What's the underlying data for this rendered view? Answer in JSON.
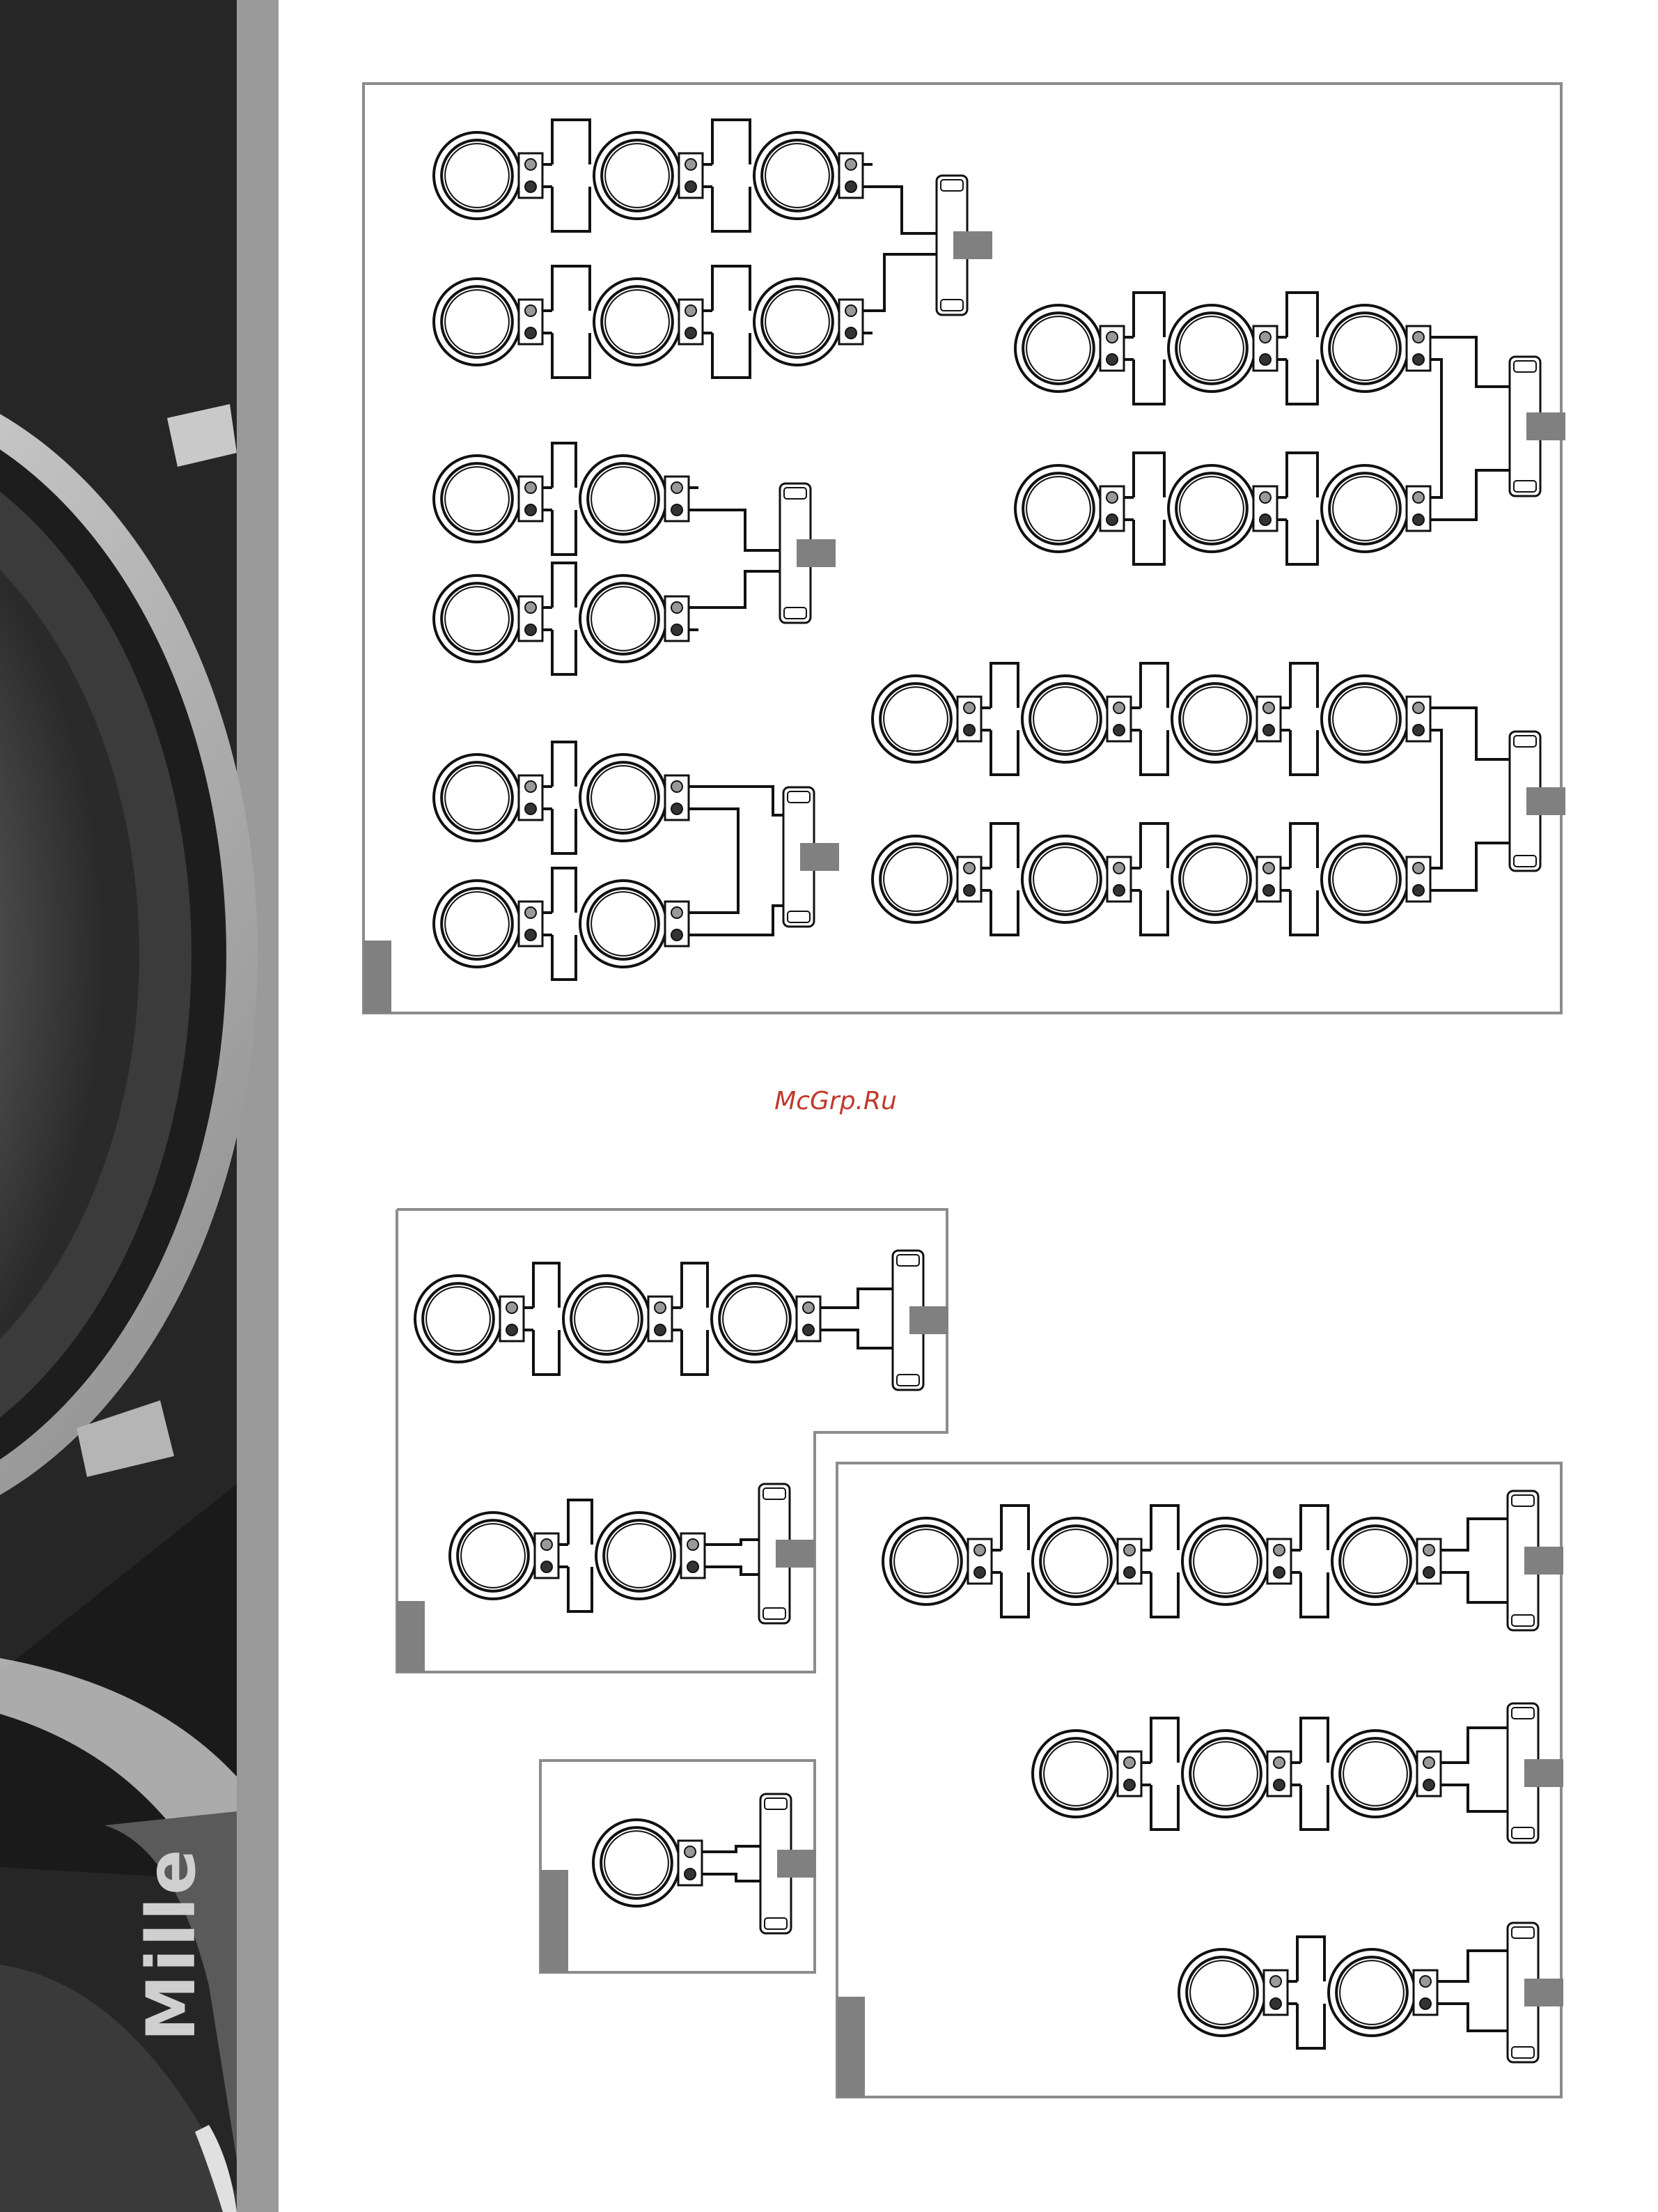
{
  "sidebar": {
    "brand": "Mille"
  },
  "watermark": "McGrp.Ru",
  "colors": {
    "panel_border": "#8c8c8c",
    "tab": "#808080",
    "wire": "#111111",
    "sidebar_dark": "#262626",
    "sidebar_grey": "#9a9a9a",
    "watermark": "#c0392b"
  },
  "icons": {
    "speaker": "subwoofer-speaker-icon",
    "amplifier": "amplifier-icon",
    "terminal": "speaker-terminal-icon"
  },
  "panels": [
    {
      "id": "top",
      "groups": [
        {
          "id": "g1",
          "rows": [
            3,
            3
          ],
          "wiring": "parallel"
        },
        {
          "id": "g2",
          "rows": [
            2,
            2
          ],
          "wiring": "parallel"
        },
        {
          "id": "g3",
          "rows": [
            2,
            2
          ],
          "wiring": "series"
        },
        {
          "id": "g4",
          "rows": [
            3,
            3
          ],
          "wiring": "series"
        },
        {
          "id": "g5",
          "rows": [
            4,
            4
          ],
          "wiring": "series"
        }
      ]
    },
    {
      "id": "bottom-left",
      "groups": [
        {
          "id": "g6",
          "rows": [
            3
          ]
        },
        {
          "id": "g7",
          "rows": [
            2
          ]
        }
      ]
    },
    {
      "id": "bottom-small",
      "groups": [
        {
          "id": "g8",
          "rows": [
            1
          ]
        }
      ]
    },
    {
      "id": "bottom-right",
      "groups": [
        {
          "id": "g9",
          "rows": [
            4
          ]
        },
        {
          "id": "g10",
          "rows": [
            3
          ]
        },
        {
          "id": "g11",
          "rows": [
            2
          ]
        }
      ]
    }
  ]
}
